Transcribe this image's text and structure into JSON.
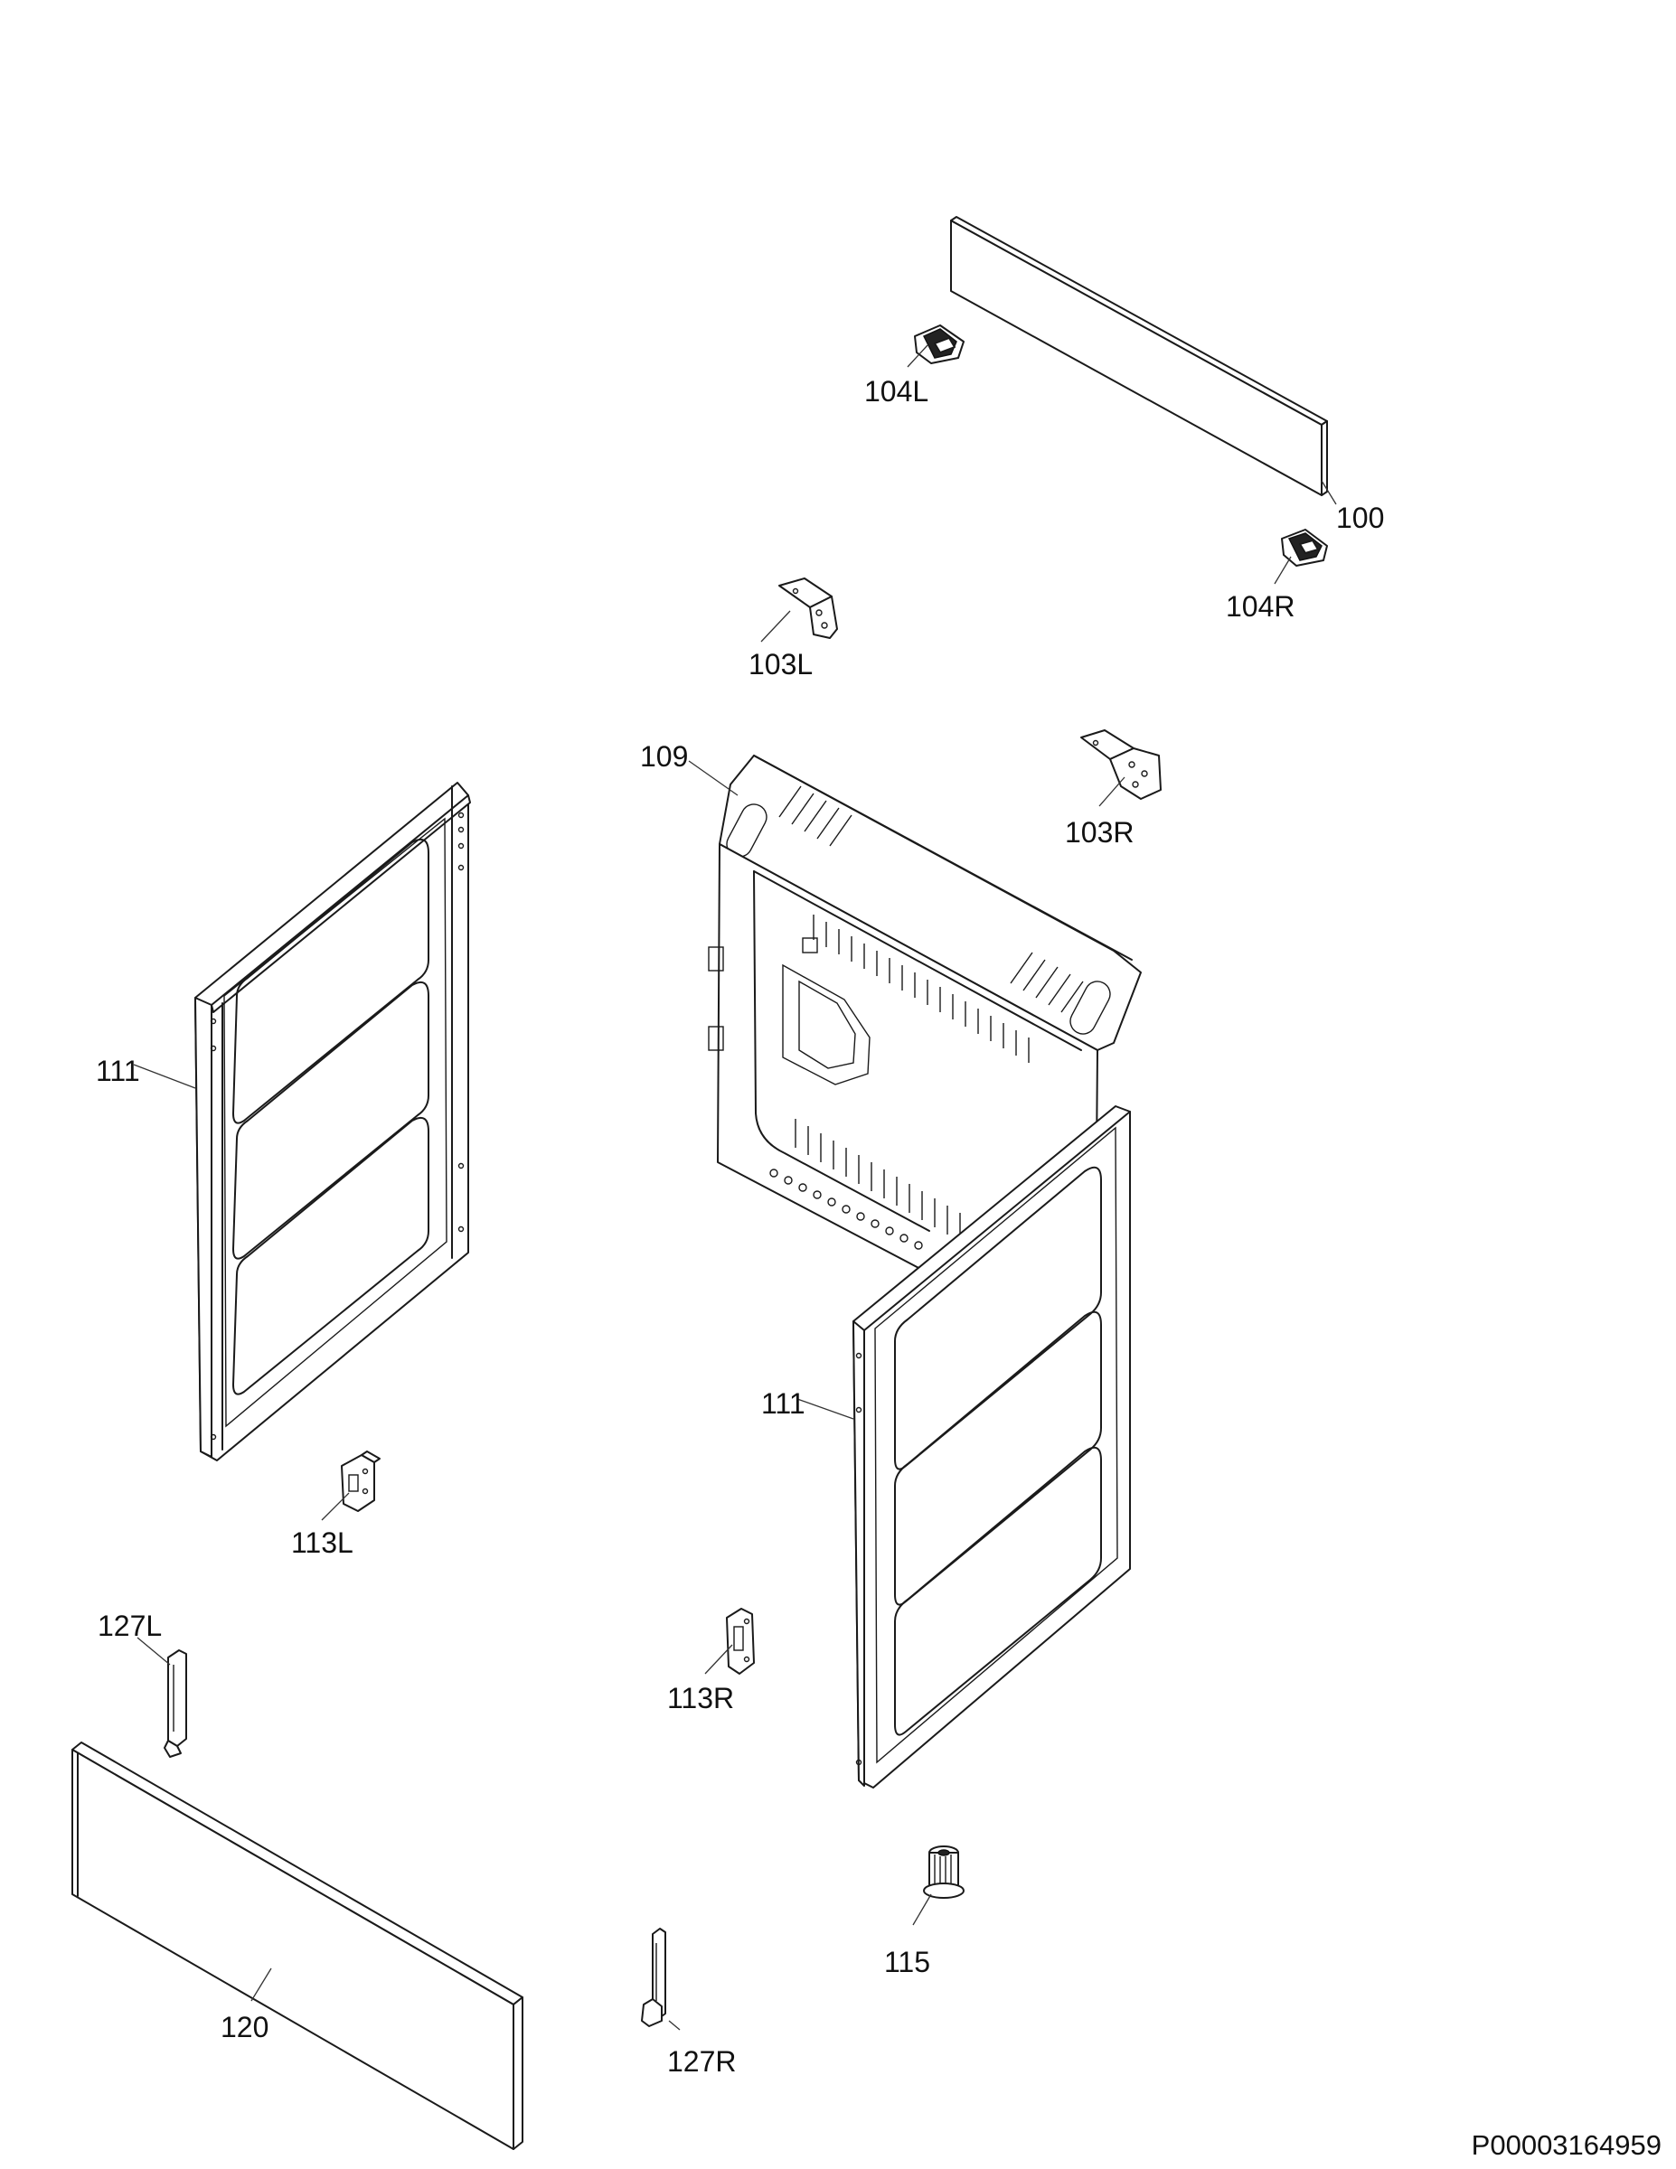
{
  "diagram": {
    "callouts": {
      "c100": "100",
      "c104L": "104L",
      "c104R": "104R",
      "c103L": "103L",
      "c103R": "103R",
      "c109": "109",
      "c111_left": "111",
      "c111_right": "111",
      "c113L": "113L",
      "c113R": "113R",
      "c127L": "127L",
      "c127R": "127R",
      "c120": "120",
      "c115": "115"
    },
    "drawing_code": "P00003164959"
  }
}
